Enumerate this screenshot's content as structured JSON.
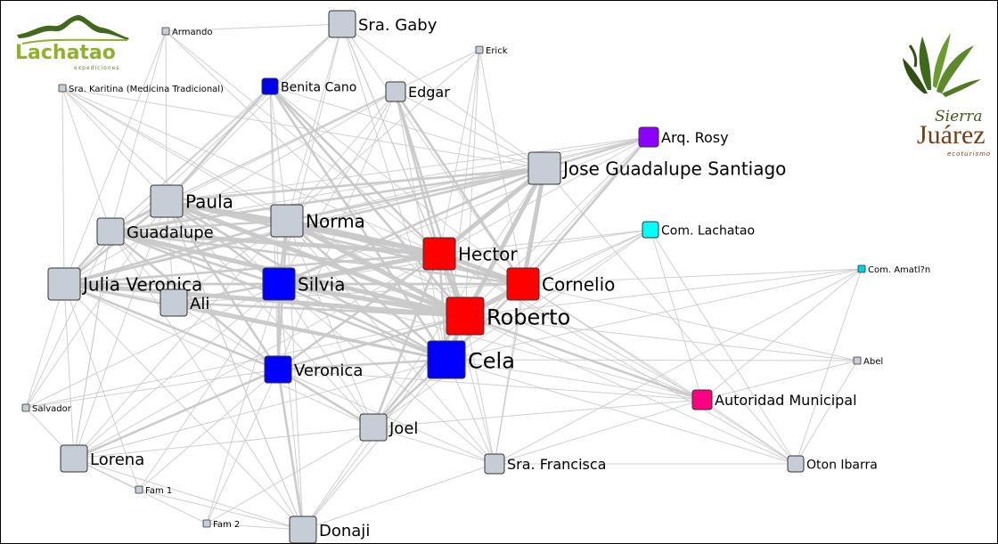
{
  "logos": {
    "left": {
      "text": "Lachatao",
      "subtext": "expediciones",
      "color": "#8fb12b"
    },
    "right": {
      "script": "Sierra",
      "title": "Juárez",
      "subtext": "ecoturismo",
      "color": "#7a3d12"
    }
  },
  "edge_color": "#c8c8c8",
  "nodes": [
    {
      "id": "sra-gaby",
      "label": "Sra. Gaby",
      "color": "#c6cdd6",
      "size": "large"
    },
    {
      "id": "armando",
      "label": "Armando",
      "color": "#c6cdd6",
      "size": "tiny"
    },
    {
      "id": "erick",
      "label": "Erick",
      "color": "#c6cdd6",
      "size": "tiny"
    },
    {
      "id": "sra-karitina",
      "label": "Sra. Karitina (Medicina Tradicional)",
      "color": "#c6cdd6",
      "size": "tiny"
    },
    {
      "id": "benita-cano",
      "label": "Benita Cano",
      "color": "#0000ee",
      "size": "small"
    },
    {
      "id": "edgar",
      "label": "Edgar",
      "color": "#c6cdd6",
      "size": "medium"
    },
    {
      "id": "arq-rosy",
      "label": "Arq. Rosy",
      "color": "#8b00ff",
      "size": "medium"
    },
    {
      "id": "jose-guadalupe",
      "label": "Jose Guadalupe Santiago",
      "color": "#c6cdd6",
      "size": "xl"
    },
    {
      "id": "paula",
      "label": "Paula",
      "color": "#c6cdd6",
      "size": "xl"
    },
    {
      "id": "norma",
      "label": "Norma",
      "color": "#c6cdd6",
      "size": "xl"
    },
    {
      "id": "guadalupe",
      "label": "Guadalupe",
      "color": "#c6cdd6",
      "size": "large"
    },
    {
      "id": "com-lachatao",
      "label": "Com. Lachatao",
      "color": "#00ffff",
      "size": "small"
    },
    {
      "id": "hector",
      "label": "Hector",
      "color": "#ff0000",
      "size": "xl"
    },
    {
      "id": "com-amatlan",
      "label": "Com. Amatl?n",
      "color": "#00d0e0",
      "size": "tiny"
    },
    {
      "id": "julia-veronica",
      "label": "Julia Veronica",
      "color": "#c6cdd6",
      "size": "xl"
    },
    {
      "id": "silvia",
      "label": "Silvia",
      "color": "#0000ff",
      "size": "xl"
    },
    {
      "id": "cornelio",
      "label": "Cornelio",
      "color": "#ff0000",
      "size": "xl"
    },
    {
      "id": "ali",
      "label": "Ali",
      "color": "#c6cdd6",
      "size": "large"
    },
    {
      "id": "roberto",
      "label": "Roberto",
      "color": "#ff0000",
      "size": "xxl"
    },
    {
      "id": "cela",
      "label": "Cela",
      "color": "#0000ff",
      "size": "xxl"
    },
    {
      "id": "abel",
      "label": "Abel",
      "color": "#c6cdd6",
      "size": "tiny"
    },
    {
      "id": "veronica",
      "label": "Veronica",
      "color": "#0000ff",
      "size": "large"
    },
    {
      "id": "autoridad-municipal",
      "label": "Autoridad Municipal",
      "color": "#ff0080",
      "size": "medium"
    },
    {
      "id": "salvador",
      "label": "Salvador",
      "color": "#c6cdd6",
      "size": "tiny"
    },
    {
      "id": "joel",
      "label": "Joel",
      "color": "#c6cdd6",
      "size": "large"
    },
    {
      "id": "lorena",
      "label": "Lorena",
      "color": "#c6cdd6",
      "size": "large"
    },
    {
      "id": "sra-francisca",
      "label": "Sra. Francisca",
      "color": "#c6cdd6",
      "size": "medium"
    },
    {
      "id": "oton-ibarra",
      "label": "Oton Ibarra",
      "color": "#c6cdd6",
      "size": "small"
    },
    {
      "id": "fam-1",
      "label": "Fam 1",
      "color": "#c6cdd6",
      "size": "tiny"
    },
    {
      "id": "fam-2",
      "label": "Fam 2",
      "color": "#c6cdd6",
      "size": "tiny"
    },
    {
      "id": "donaji",
      "label": "Donaji",
      "color": "#c6cdd6",
      "size": "large"
    }
  ],
  "edges": [
    [
      "hector",
      "roberto",
      3
    ],
    [
      "hector",
      "cornelio",
      3
    ],
    [
      "hector",
      "norma",
      3
    ],
    [
      "hector",
      "paula",
      3
    ],
    [
      "hector",
      "guadalupe",
      3
    ],
    [
      "hector",
      "silvia",
      3
    ],
    [
      "hector",
      "julia-veronica",
      2
    ],
    [
      "hector",
      "cela",
      2
    ],
    [
      "hector",
      "jose-guadalupe",
      3
    ],
    [
      "hector",
      "veronica",
      2
    ],
    [
      "roberto",
      "cornelio",
      3
    ],
    [
      "roberto",
      "norma",
      3
    ],
    [
      "roberto",
      "paula",
      3
    ],
    [
      "roberto",
      "guadalupe",
      3
    ],
    [
      "roberto",
      "silvia",
      3
    ],
    [
      "roberto",
      "julia-veronica",
      3
    ],
    [
      "roberto",
      "cela",
      3
    ],
    [
      "roberto",
      "ali",
      2
    ],
    [
      "roberto",
      "veronica",
      2
    ],
    [
      "roberto",
      "jose-guadalupe",
      3
    ],
    [
      "cornelio",
      "norma",
      2
    ],
    [
      "cornelio",
      "paula",
      2
    ],
    [
      "cornelio",
      "guadalupe",
      2
    ],
    [
      "cornelio",
      "silvia",
      2
    ],
    [
      "cornelio",
      "jose-guadalupe",
      3
    ],
    [
      "cornelio",
      "cela",
      2
    ],
    [
      "cornelio",
      "julia-veronica",
      2
    ],
    [
      "cornelio",
      "arq-rosy",
      2
    ],
    [
      "cela",
      "norma",
      2
    ],
    [
      "cela",
      "paula",
      2
    ],
    [
      "cela",
      "silvia",
      2
    ],
    [
      "cela",
      "veronica",
      2
    ],
    [
      "cela",
      "julia-veronica",
      2
    ],
    [
      "cela",
      "joel",
      2
    ],
    [
      "cela",
      "guadalupe",
      2
    ],
    [
      "cela",
      "ali",
      2
    ],
    [
      "norma",
      "paula",
      2
    ],
    [
      "norma",
      "guadalupe",
      2
    ],
    [
      "norma",
      "silvia",
      2
    ],
    [
      "norma",
      "julia-veronica",
      2
    ],
    [
      "norma",
      "jose-guadalupe",
      2
    ],
    [
      "paula",
      "guadalupe",
      2
    ],
    [
      "paula",
      "silvia",
      2
    ],
    [
      "paula",
      "julia-veronica",
      2
    ],
    [
      "paula",
      "jose-guadalupe",
      2
    ],
    [
      "guadalupe",
      "julia-veronica",
      2
    ],
    [
      "guadalupe",
      "silvia",
      2
    ],
    [
      "guadalupe",
      "jose-guadalupe",
      2
    ],
    [
      "silvia",
      "julia-veronica",
      2
    ],
    [
      "silvia",
      "veronica",
      2
    ],
    [
      "silvia",
      "ali",
      1
    ],
    [
      "silvia",
      "jose-guadalupe",
      2
    ],
    [
      "jose-guadalupe",
      "arq-rosy",
      2
    ],
    [
      "jose-guadalupe",
      "edgar",
      1
    ],
    [
      "jose-guadalupe",
      "julia-veronica",
      2
    ],
    [
      "sra-gaby",
      "hector",
      1
    ],
    [
      "sra-gaby",
      "roberto",
      1
    ],
    [
      "sra-gaby",
      "norma",
      1
    ],
    [
      "sra-gaby",
      "paula",
      1
    ],
    [
      "sra-gaby",
      "guadalupe",
      1
    ],
    [
      "sra-gaby",
      "cela",
      1
    ],
    [
      "sra-gaby",
      "silvia",
      1
    ],
    [
      "sra-gaby",
      "jose-guadalupe",
      1
    ],
    [
      "sra-gaby",
      "julia-veronica",
      1
    ],
    [
      "sra-gaby",
      "cornelio",
      1
    ],
    [
      "sra-gaby",
      "armando",
      1
    ],
    [
      "edgar",
      "hector",
      2
    ],
    [
      "edgar",
      "roberto",
      2
    ],
    [
      "edgar",
      "cornelio",
      2
    ],
    [
      "edgar",
      "norma",
      1
    ],
    [
      "edgar",
      "paula",
      1
    ],
    [
      "edgar",
      "silvia",
      1
    ],
    [
      "edgar",
      "cela",
      1
    ],
    [
      "edgar",
      "veronica",
      1
    ],
    [
      "edgar",
      "guadalupe",
      1
    ],
    [
      "edgar",
      "julia-veronica",
      1
    ],
    [
      "benita-cano",
      "roberto",
      2
    ],
    [
      "benita-cano",
      "hector",
      2
    ],
    [
      "benita-cano",
      "cela",
      2
    ],
    [
      "benita-cano",
      "paula",
      2
    ],
    [
      "benita-cano",
      "norma",
      1
    ],
    [
      "benita-cano",
      "silvia",
      1
    ],
    [
      "benita-cano",
      "guadalupe",
      1
    ],
    [
      "benita-cano",
      "cornelio",
      1
    ],
    [
      "benita-cano",
      "jose-guadalupe",
      1
    ],
    [
      "erick",
      "hector",
      1
    ],
    [
      "erick",
      "roberto",
      1
    ],
    [
      "erick",
      "cornelio",
      1
    ],
    [
      "erick",
      "norma",
      1
    ],
    [
      "erick",
      "cela",
      1
    ],
    [
      "erick",
      "paula",
      1
    ],
    [
      "armando",
      "paula",
      1
    ],
    [
      "armando",
      "julia-veronica",
      1
    ],
    [
      "armando",
      "guadalupe",
      1
    ],
    [
      "armando",
      "roberto",
      1
    ],
    [
      "armando",
      "hector",
      1
    ],
    [
      "sra-karitina",
      "paula",
      1
    ],
    [
      "sra-karitina",
      "guadalupe",
      1
    ],
    [
      "sra-karitina",
      "julia-veronica",
      1
    ],
    [
      "sra-karitina",
      "hector",
      1
    ],
    [
      "sra-karitina",
      "roberto",
      1
    ],
    [
      "sra-karitina",
      "jose-guadalupe",
      1
    ],
    [
      "sra-karitina",
      "norma",
      1
    ],
    [
      "sra-karitina",
      "silvia",
      1
    ],
    [
      "arq-rosy",
      "hector",
      1
    ],
    [
      "arq-rosy",
      "roberto",
      1
    ],
    [
      "arq-rosy",
      "norma",
      1
    ],
    [
      "arq-rosy",
      "paula",
      1
    ],
    [
      "arq-rosy",
      "guadalupe",
      1
    ],
    [
      "arq-rosy",
      "silvia",
      1
    ],
    [
      "arq-rosy",
      "cela",
      1
    ],
    [
      "arq-rosy",
      "julia-veronica",
      1
    ],
    [
      "com-lachatao",
      "hector",
      1
    ],
    [
      "com-lachatao",
      "roberto",
      1
    ],
    [
      "com-lachatao",
      "cornelio",
      1
    ],
    [
      "com-lachatao",
      "cela",
      1
    ],
    [
      "com-lachatao",
      "autoridad-municipal",
      1
    ],
    [
      "com-lachatao",
      "silvia",
      1
    ],
    [
      "com-lachatao",
      "joel",
      1
    ],
    [
      "com-lachatao",
      "oton-ibarra",
      1
    ],
    [
      "com-amatlan",
      "roberto",
      1
    ],
    [
      "com-amatlan",
      "cornelio",
      1
    ],
    [
      "com-amatlan",
      "autoridad-municipal",
      1
    ],
    [
      "com-amatlan",
      "cela",
      1
    ],
    [
      "com-amatlan",
      "oton-ibarra",
      1
    ],
    [
      "com-amatlan",
      "sra-francisca",
      1
    ],
    [
      "abel",
      "roberto",
      1
    ],
    [
      "abel",
      "cela",
      1
    ],
    [
      "abel",
      "autoridad-municipal",
      1
    ],
    [
      "abel",
      "oton-ibarra",
      1
    ],
    [
      "abel",
      "cornelio",
      1
    ],
    [
      "autoridad-municipal",
      "roberto",
      2
    ],
    [
      "autoridad-municipal",
      "hector",
      1
    ],
    [
      "autoridad-municipal",
      "cornelio",
      1
    ],
    [
      "autoridad-municipal",
      "cela",
      1
    ],
    [
      "autoridad-municipal",
      "silvia",
      1
    ],
    [
      "autoridad-municipal",
      "veronica",
      1
    ],
    [
      "autoridad-municipal",
      "oton-ibarra",
      1
    ],
    [
      "autoridad-municipal",
      "sra-francisca",
      1
    ],
    [
      "autoridad-municipal",
      "joel",
      1
    ],
    [
      "autoridad-municipal",
      "norma",
      1
    ],
    [
      "oton-ibarra",
      "roberto",
      1
    ],
    [
      "oton-ibarra",
      "cornelio",
      1
    ],
    [
      "oton-ibarra",
      "cela",
      1
    ],
    [
      "oton-ibarra",
      "hector",
      1
    ],
    [
      "oton-ibarra",
      "sra-francisca",
      1
    ],
    [
      "oton-ibarra",
      "jose-guadalupe",
      1
    ],
    [
      "veronica",
      "norma",
      2
    ],
    [
      "veronica",
      "paula",
      2
    ],
    [
      "veronica",
      "guadalupe",
      2
    ],
    [
      "veronica",
      "julia-veronica",
      2
    ],
    [
      "veronica",
      "ali",
      1
    ],
    [
      "veronica",
      "joel",
      2
    ],
    [
      "veronica",
      "lorena",
      2
    ],
    [
      "veronica",
      "donaji",
      2
    ],
    [
      "veronica",
      "benita-cano",
      1
    ],
    [
      "veronica",
      "sra-francisca",
      1
    ],
    [
      "ali",
      "norma",
      1
    ],
    [
      "ali",
      "paula",
      1
    ],
    [
      "ali",
      "guadalupe",
      1
    ],
    [
      "ali",
      "julia-veronica",
      1
    ],
    [
      "ali",
      "hector",
      2
    ],
    [
      "ali",
      "cornelio",
      1
    ],
    [
      "julia-veronica",
      "lorena",
      1
    ],
    [
      "julia-veronica",
      "joel",
      1
    ],
    [
      "julia-veronica",
      "donaji",
      1
    ],
    [
      "julia-veronica",
      "fam-1",
      1
    ],
    [
      "julia-veronica",
      "salvador",
      1
    ],
    [
      "joel",
      "hector",
      2
    ],
    [
      "joel",
      "roberto",
      2
    ],
    [
      "joel",
      "silvia",
      1
    ],
    [
      "joel",
      "norma",
      1
    ],
    [
      "joel",
      "paula",
      1
    ],
    [
      "joel",
      "donaji",
      1
    ],
    [
      "joel",
      "lorena",
      1
    ],
    [
      "joel",
      "sra-francisca",
      1
    ],
    [
      "joel",
      "jose-guadalupe",
      1
    ],
    [
      "lorena",
      "silvia",
      1
    ],
    [
      "lorena",
      "paula",
      1
    ],
    [
      "lorena",
      "guadalupe",
      1
    ],
    [
      "lorena",
      "cela",
      1
    ],
    [
      "lorena",
      "hector",
      1
    ],
    [
      "lorena",
      "donaji",
      1
    ],
    [
      "lorena",
      "fam-1",
      1
    ],
    [
      "lorena",
      "fam-2",
      1
    ],
    [
      "lorena",
      "salvador",
      1
    ],
    [
      "donaji",
      "silvia",
      1
    ],
    [
      "donaji",
      "cela",
      1
    ],
    [
      "donaji",
      "roberto",
      1
    ],
    [
      "donaji",
      "fam-1",
      1
    ],
    [
      "donaji",
      "fam-2",
      1
    ],
    [
      "donaji",
      "guadalupe",
      1
    ],
    [
      "donaji",
      "norma",
      1
    ],
    [
      "donaji",
      "paula",
      1
    ],
    [
      "donaji",
      "sra-francisca",
      1
    ],
    [
      "sra-francisca",
      "cela",
      1
    ],
    [
      "sra-francisca",
      "roberto",
      1
    ],
    [
      "sra-francisca",
      "hector",
      1
    ],
    [
      "sra-francisca",
      "silvia",
      1
    ],
    [
      "sra-francisca",
      "jose-guadalupe",
      1
    ],
    [
      "sra-francisca",
      "cornelio",
      1
    ],
    [
      "sra-francisca",
      "norma",
      1
    ],
    [
      "salvador",
      "guadalupe",
      1
    ],
    [
      "salvador",
      "silvia",
      1
    ],
    [
      "salvador",
      "veronica",
      1
    ],
    [
      "salvador",
      "paula",
      1
    ],
    [
      "salvador",
      "roberto",
      1
    ],
    [
      "fam-1",
      "veronica",
      1
    ],
    [
      "fam-1",
      "silvia",
      1
    ],
    [
      "fam-2",
      "veronica",
      1
    ],
    [
      "fam-2",
      "joel",
      1
    ],
    [
      "fam-2",
      "silvia",
      1
    ],
    [
      "guadalupe",
      "lorena",
      1
    ],
    [
      "paula",
      "donaji",
      1
    ],
    [
      "norma",
      "lorena",
      1
    ]
  ]
}
